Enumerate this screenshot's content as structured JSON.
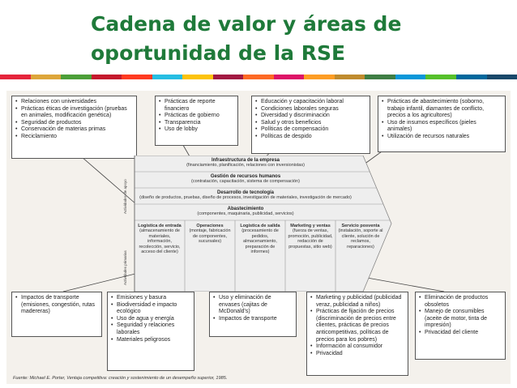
{
  "slide": {
    "title": "Cadena de valor y áreas de oportunidad de la RSE",
    "stripe_colors": [
      "#e5243b",
      "#dda63a",
      "#4c9f38",
      "#c5192d",
      "#ff3a21",
      "#26bde2",
      "#fcc30b",
      "#a21942",
      "#fd6925",
      "#dd1367",
      "#fd9d24",
      "#bf8b2e",
      "#3f7e44",
      "#0a97d9",
      "#56c02b",
      "#00689d",
      "#19486a"
    ]
  },
  "top_boxes": [
    {
      "items": [
        "Relaciones con universidades",
        "Prácticas éticas de investigación (pruebas en animales, modificación genética)",
        "Seguridad de productos",
        "Conservación de materias primas",
        "Reciclamiento"
      ]
    },
    {
      "items": [
        "Prácticas de reporte financiero",
        "Prácticas de gobierno",
        "Transparencia",
        "Uso de lobby"
      ]
    },
    {
      "items": [
        "Educación y capacitación laboral",
        "Condiciones laborales seguras",
        "Diversidad y discriminación",
        "Salud y otros beneficios",
        "Políticas de compensación",
        "Políticas de despido"
      ]
    },
    {
      "items": [
        "Prácticas de abastecimiento (soborno, trabajo infantil, diamantes de conflicto, precios a los agricultores)",
        "Uso de insumos específicos (pieles animales)",
        "Utilización de recursos naturales"
      ]
    }
  ],
  "support": [
    {
      "name": "Infraestructura de la empresa",
      "detail": "(financiamiento, planificación, relaciones con inversionistas)"
    },
    {
      "name": "Gestión de recursos humanos",
      "detail": "(contratación, capacitación, sistema de compensación)"
    },
    {
      "name": "Desarrollo de tecnología",
      "detail": "(diseño de productos, pruebas, diseño de procesos, investigación de materiales, investigación de mercado)"
    },
    {
      "name": "Abastecimiento",
      "detail": "(componentes, maquinaria, publicidad, servicios)"
    }
  ],
  "support_label": "Actividades de apoyo",
  "primary_label": "Actividades primarias",
  "primary": [
    {
      "name": "Logística de entrada",
      "detail": "(almacenamiento de materiales, información, recolección, servicio, acceso del cliente)"
    },
    {
      "name": "Operaciones",
      "detail": "(montaje, fabricación de componentes, sucursales)"
    },
    {
      "name": "Logística de salida",
      "detail": "(procesamiento de pedidos, almacenamiento, preparación de informes)"
    },
    {
      "name": "Marketing y ventas",
      "detail": "(fuerza de ventas, promoción, publicidad, redacción de propuestas, sitio web)"
    },
    {
      "name": "Servicio posventa",
      "detail": "(instalación, soporte al cliente, solución de reclamos, reparaciones)"
    }
  ],
  "bottom_boxes": [
    {
      "items": [
        "Impactos de transporte (emisiones, congestión, rutas madereras)"
      ]
    },
    {
      "items": [
        "Emisiones y basura",
        "Biodiversidad e impacto ecológico",
        "Uso de agua y energía",
        "Seguridad y relaciones laborales",
        "Materiales peligrosos"
      ]
    },
    {
      "items": [
        "Uso y eliminación de envases (cajitas de McDonald's)",
        "Impactos de transporte"
      ]
    },
    {
      "items": [
        "Marketing y publicidad (publicidad veraz, publicidad a niños)",
        "Prácticas de fijación de precios (discriminación de precios entre clientes, prácticas de precios anticompetitivas, políticas de precios para los pobres)",
        "Información al consumidor",
        "Privacidad"
      ]
    },
    {
      "items": [
        "Eliminación de productos obsoletos",
        "Manejo de consumibles (aceite de motor, tinta de impresión)",
        "Privacidad del cliente"
      ]
    }
  ],
  "source": "Fuente: Michael E. Porter, Ventaja competitiva: creación y sostenimiento de un desempeño superior, 1985."
}
